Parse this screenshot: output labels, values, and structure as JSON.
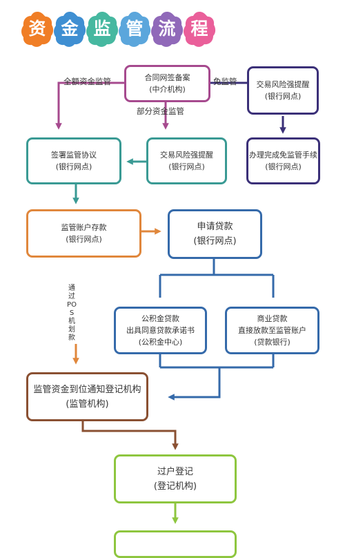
{
  "title": {
    "chars": [
      {
        "text": "资",
        "color": "#f07e26"
      },
      {
        "text": "金",
        "color": "#3f8fd2"
      },
      {
        "text": "监",
        "color": "#46b8a0"
      },
      {
        "text": "管",
        "color": "#5ba6dc"
      },
      {
        "text": "流",
        "color": "#9069b9"
      },
      {
        "text": "程",
        "color": "#ea5f9a"
      }
    ]
  },
  "colors": {
    "purple": "#a64a8e",
    "navy": "#3b3078",
    "teal": "#3a9a94",
    "orange": "#e0873c",
    "blue": "#356aaa",
    "brown": "#8a5032",
    "green": "#8ec63f"
  },
  "nodes": {
    "contract": {
      "line1": "合同网签备案",
      "line2": "(中介机构)"
    },
    "exempt_notice": {
      "line1": "交易风险强提醒",
      "line2": "(银行网点)"
    },
    "sign_agreement": {
      "line1": "签署监管协议",
      "line2": "(银行网点)"
    },
    "risk_notice": {
      "line1": "交易风险强提醒",
      "line2": "(银行网点)"
    },
    "exempt_process": {
      "line1": "办理完成免监管手续",
      "line2": "(银行网点)"
    },
    "deposit": {
      "line1": "监管账户存款",
      "line2": "(银行网点)"
    },
    "apply_loan": {
      "line1": "申请贷款",
      "line2": "(银行网点)"
    },
    "provident_loan": {
      "line1": "公积金贷款",
      "line2": "出具同意贷款承诺书",
      "line3": "(公积金中心)"
    },
    "commercial_loan": {
      "line1": "商业贷款",
      "line2": "直接放款至监管账户",
      "line3": "(贷款银行)"
    },
    "notify": {
      "line1": "监管资金到位通知登记机构",
      "line2": "(监管机构)"
    },
    "transfer": {
      "line1": "过户登记",
      "line2": "(登记机构)"
    }
  },
  "labels": {
    "full_supervision": "全额资金监管",
    "no_supervision": "免监管",
    "partial_supervision": "部分资金监管",
    "pos_plan": "通过POS机划款"
  }
}
